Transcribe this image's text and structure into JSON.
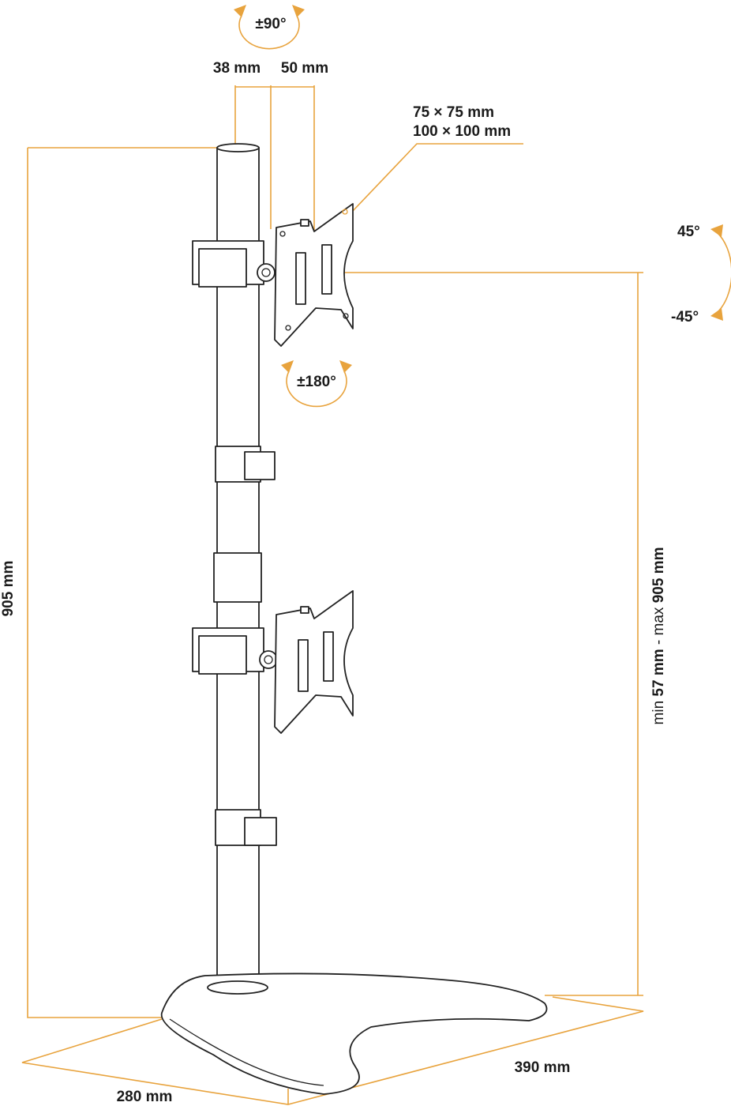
{
  "colors": {
    "accent": "#E8A33D",
    "ink": "#222222"
  },
  "labels": {
    "swivel_top": "±90°",
    "pole_diameter": "38 mm",
    "offset": "50 mm",
    "vesa_1": "75 × 75 mm",
    "vesa_2": "100 × 100 mm",
    "tilt_up": "45°",
    "tilt_down": "-45°",
    "rotation": "±180°",
    "total_height": "905 mm",
    "height_min_prefix": "min",
    "height_min": "57 mm",
    "height_sep": " - ",
    "height_max_prefix": "max",
    "height_max": "905 mm",
    "base_depth": "280 mm",
    "base_width": "390 mm"
  }
}
